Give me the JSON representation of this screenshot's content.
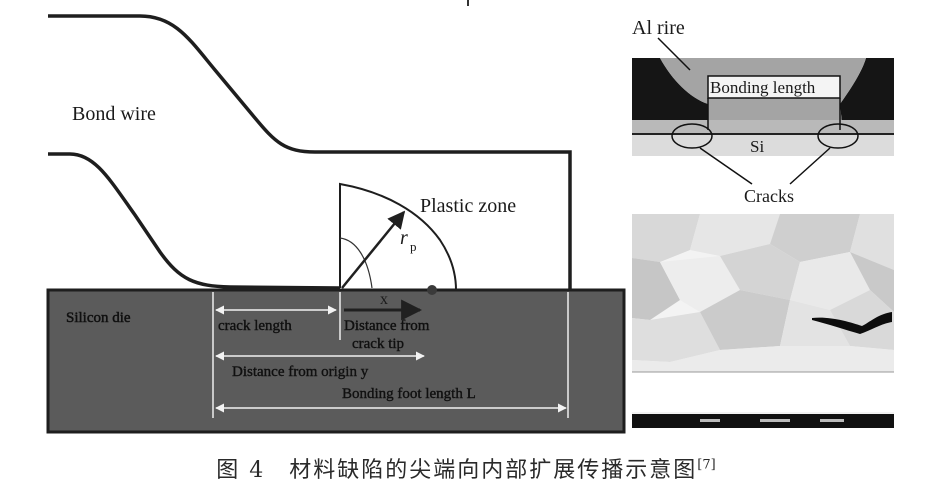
{
  "figure": {
    "labels": {
      "bond_wire": "Bond wire",
      "plastic_zone": "Plastic zone",
      "r_symbol": "r",
      "r_subscript": "p",
      "x_symbol": "x",
      "silicon_die": "Silicon die",
      "crack_length": "crack length",
      "distance_from_crack_tip_line1": "Distance from",
      "distance_from_crack_tip_line2": "crack tip",
      "distance_from_origin": "Distance from origin y",
      "bonding_foot_length": "Bonding foot length L"
    },
    "micrograph_top": {
      "al_wire": "Al rire",
      "bonding_length": "Bonding length",
      "si": "Si",
      "cracks": "Cracks"
    }
  },
  "caption": {
    "text": "图 4　材料缺陷的尖端向内部扩展传播示意图",
    "ref": "[7]"
  }
}
